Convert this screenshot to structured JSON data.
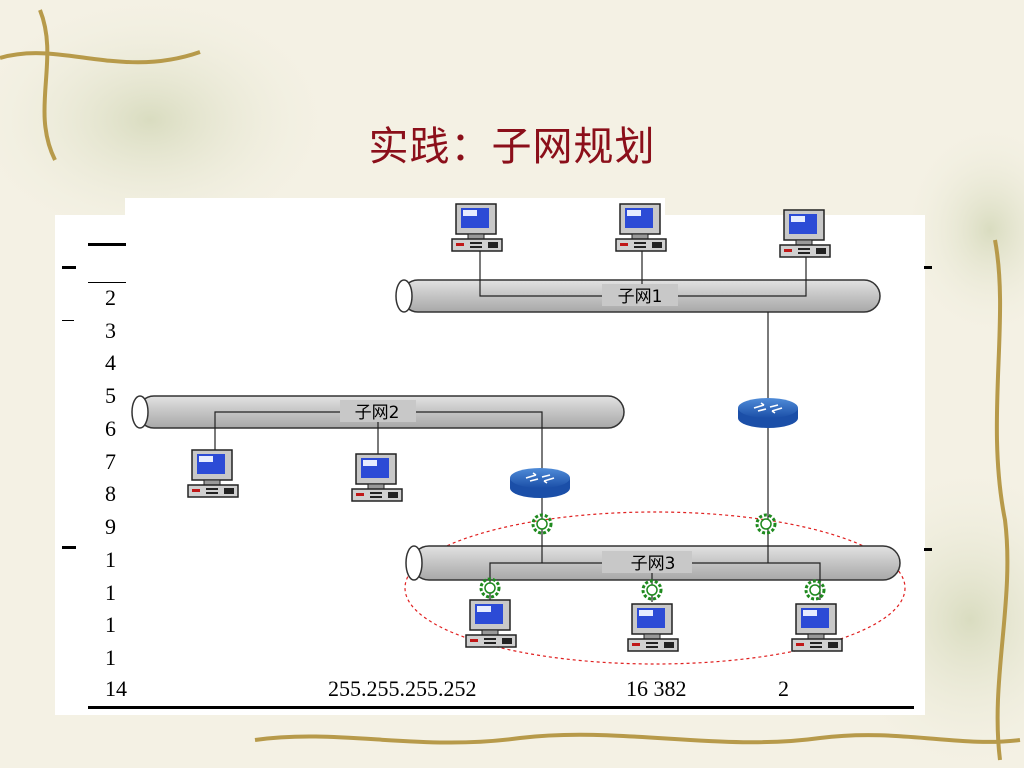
{
  "slide": {
    "title": "实践：子网规划",
    "accent_color": "#8b0f1a"
  },
  "table": {
    "row_numbers": [
      "2",
      "3",
      "4",
      "5",
      "6",
      "7",
      "8",
      "9",
      "1",
      "1",
      "1",
      "1"
    ],
    "last_row": {
      "bits": "14",
      "mask": "255.255.255.252",
      "subnets": "16 382",
      "hosts": "2"
    }
  },
  "diagram": {
    "subnet1_label": "子网1",
    "subnet2_label": "子网2",
    "subnet3_label": "子网3"
  }
}
